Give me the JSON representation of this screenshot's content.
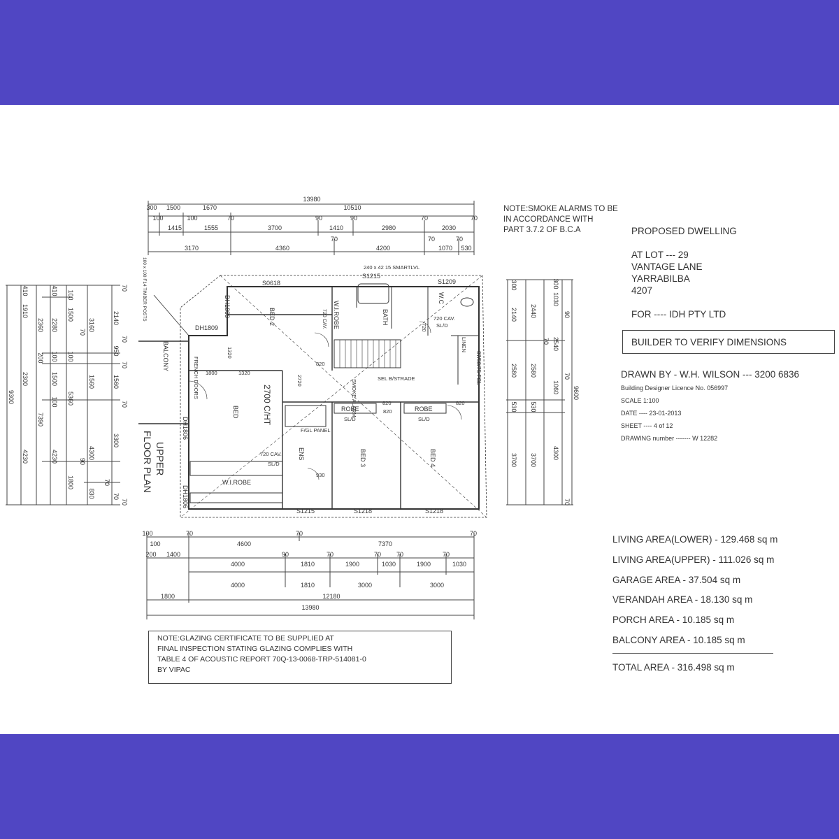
{
  "smoke_note": {
    "lines": [
      "NOTE:SMOKE ALARMS TO BE",
      "IN ACCORDANCE WITH",
      "PART 3.7.2 OF B.C.A"
    ]
  },
  "title_block": {
    "project": "PROPOSED  DWELLING",
    "lot": "AT LOT ---  29",
    "street": "VANTAGE LANE",
    "suburb": "YARRABILBA",
    "postcode": "4207",
    "client": "FOR ---- IDH PTY LTD",
    "builder_note": "BUILDER TO VERIFY DIMENSIONS",
    "drawn_by": "DRAWN BY  - W.H. WILSON --- 3200 6836",
    "licence": "Building Designer Licence No. 056997",
    "scale": "SCALE 1:100",
    "date": "DATE ----  23-01-2013",
    "sheet": "SHEET ----   4 of 12",
    "drawing_number": "DRAWING number -------   W 12282"
  },
  "areas": {
    "items": [
      "LIVING AREA(LOWER) - 129.468 sq m",
      "LIVING AREA(UPPER) - 111.026 sq m",
      "GARAGE AREA - 37.504 sq m",
      "VERANDAH AREA - 18.130 sq m",
      "PORCH AREA - 10.185 sq m",
      "BALCONY AREA - 10.185 sq m"
    ],
    "total": "TOTAL AREA - 316.498 sq m"
  },
  "glazing_note": {
    "lines": [
      "NOTE:GLAZING CERTIFICATE TO BE SUPPLIED AT",
      "FINAL INSPECTION STATING GLAZING COMPLIES WITH",
      "TABLE 4 OF ACOUSTIC REPORT 70Q-13-0068-TRP-514081-0",
      "BY VIPAC"
    ]
  },
  "plan": {
    "title_line1": "UPPER",
    "title_line2": "FLOOR PLAN",
    "ceiling": "2700 C/HT",
    "posts_note": "100 x 100 F14 TIMBER POSTS",
    "smartlvl": "240 x 42 15 SMARTLVL",
    "rooms": {
      "bed2": "BED 2",
      "bed1": "BED",
      "bed3": "BED 3",
      "bed4": "BED 4",
      "balcony": "BALCONY",
      "wirobe_top": "W.I.ROBE",
      "wirobe_bottom": "W.I.ROBE",
      "bath": "BATH",
      "wc": "W.C",
      "ens": "ENS",
      "robe1": "ROBE",
      "robe2": "ROBE",
      "linen": "LINEN",
      "balustrade": "SEL B/STRADE",
      "smoke_alarm": "SMOKE ALARM",
      "fgl_panel": "F/GL PANEL",
      "french_doors": "FRENCH DOORS"
    },
    "windows": {
      "s0618": "S0618",
      "s1215_top": "S1215",
      "s1209": "S1209",
      "dh1809a": "DH1809",
      "dh1809b": "DH1809",
      "dh1806a": "DH1806",
      "dh1806b": "DH1806",
      "s1215_bottom": "S1215",
      "s1218a": "S1218",
      "s1218b": "S1218"
    },
    "misc": {
      "cav1": "720 CAV.",
      "cav2": "720 CAV.",
      "cav3": "720 CAV.",
      "sld1": "SL/D",
      "sld2": "SL/D",
      "sld3": "SL/D",
      "sld4": "SL/D",
      "d820a": "820",
      "d820b": "820",
      "d820c": "820",
      "d820d": "820",
      "d1800": "1800",
      "d1320a": "1320",
      "d1320b": "1320",
      "d2720": "2720",
      "fgl_right": "07/50/75 FGL",
      "d720": "720",
      "d930": "930"
    },
    "dims_top_row1": [
      "13980"
    ],
    "dims_top_row2": [
      "300",
      "1500",
      "1670",
      "10510"
    ],
    "dims_top_row3": [
      "100",
      "100",
      "70",
      "90",
      "90",
      "70",
      "70"
    ],
    "dims_top_row4": [
      "1415",
      "1555",
      "3700",
      "1410",
      "2980",
      "2030"
    ],
    "dims_top_row5": [
      "70",
      "70",
      "70"
    ],
    "dims_top_row6": [
      "3170",
      "4360",
      "4200",
      "1070",
      "530"
    ],
    "dims_bottom_row1": [
      "100",
      "70",
      "4600",
      "70",
      "7370",
      "70"
    ],
    "dims_bottom_row2": [
      "100",
      "200",
      "1400"
    ],
    "dims_bottom_row3": [
      "4000",
      "90",
      "1810",
      "70",
      "1900",
      "70",
      "1030",
      "70",
      "1900",
      "70",
      "1030"
    ],
    "dims_bottom_row4": [
      "4000",
      "1810",
      "3000",
      "3000"
    ],
    "dims_bottom_row5": [
      "1800",
      "12180"
    ],
    "dims_bottom_row6": [
      "13980"
    ],
    "dims_left_a": [
      "410",
      "1910",
      "2300",
      "4230"
    ],
    "dims_left_b": [
      "410",
      "2280",
      "100",
      "1500",
      "100",
      "4230"
    ],
    "dims_left_c": [
      "2360",
      "200",
      "7390"
    ],
    "dims_left_d": [
      "9300"
    ],
    "dims_left_e": [
      "100",
      "1500",
      "70",
      "100",
      "5360",
      "90",
      "1800"
    ],
    "dims_left_f": [
      "3160",
      "1560",
      "4300",
      "70",
      "830"
    ],
    "dims_left_g": [
      "2140",
      "950",
      "1560",
      "3300",
      "70"
    ],
    "dims_left_h": [
      "70",
      "70",
      "70",
      "70",
      "70"
    ],
    "dims_right_a": [
      "300",
      "2140",
      "2580",
      "530",
      "3700"
    ],
    "dims_right_b": [
      "2440",
      "70",
      "2580",
      "530",
      "3700"
    ],
    "dims_right_c": [
      "300",
      "1030",
      "90",
      "2540",
      "1060",
      "70",
      "4300",
      "70"
    ],
    "dims_right_d": [
      "9600"
    ]
  }
}
